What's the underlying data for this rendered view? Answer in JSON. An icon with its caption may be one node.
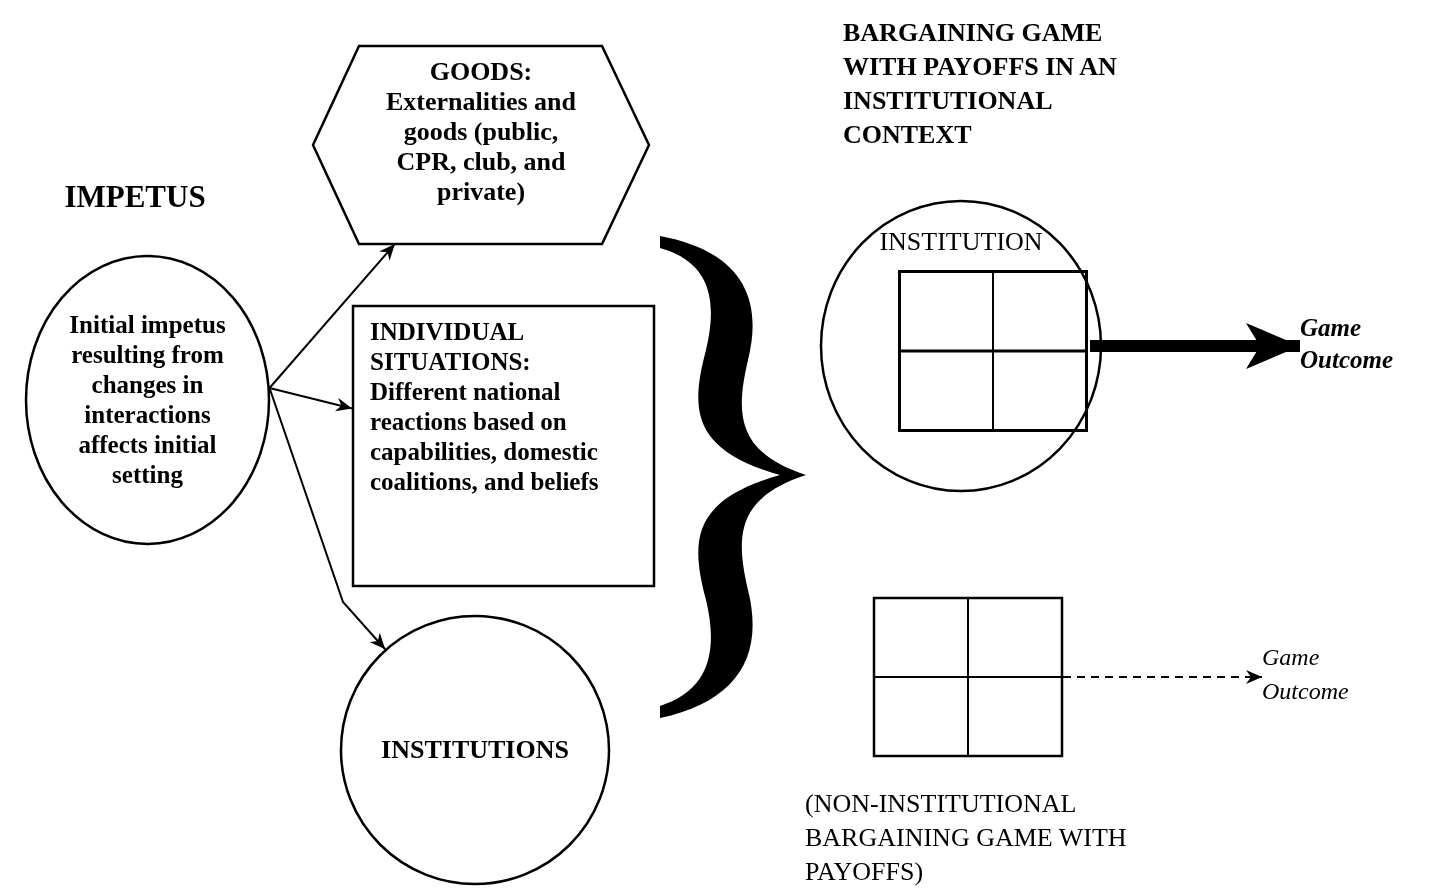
{
  "diagram": {
    "nodes": [
      {
        "text": [
          "IMPETUS",
          "Initial impetus resulting from changes in interactions affects initial setting"
        ]
      },
      {
        "text": [
          "GOODS:",
          "Externalities and goods (public, CPR, club, and private)"
        ]
      },
      {
        "text": [
          "INDIVIDUAL SITUATIONS:",
          "Different national reactions based on capabilities, domestic coalitions, and beliefs"
        ]
      },
      {
        "text": [
          "INSTITUTIONS"
        ]
      },
      {
        "text": [
          "INSTITUTION"
        ]
      },
      {
        "text": [
          "Game Outcome"
        ]
      },
      {
        "text": [],
        "shape": "box",
        "beside": [
          "(NON-INSTITUTIONAL BARGAINING GAME WITH PAYOFFS)"
        ]
      },
      {
        "text": [
          "Game Outcome"
        ]
      }
    ],
    "edges": [
      {
        "from": 0,
        "to": 1,
        "arrow": "to"
      },
      {
        "from": 0,
        "to": 2,
        "arrow": "to"
      },
      {
        "from": 0,
        "to": 3,
        "arrow": "to"
      },
      {
        "from": 4,
        "to": 5,
        "arrow": "to",
        "style": "thick"
      },
      {
        "from": 6,
        "to": 7,
        "arrow": "to",
        "style": "dashed"
      }
    ],
    "labels": [
      "BARGAINING GAME WITH PAYOFFS IN AN INSTITUTIONAL CONTEXT"
    ]
  }
}
